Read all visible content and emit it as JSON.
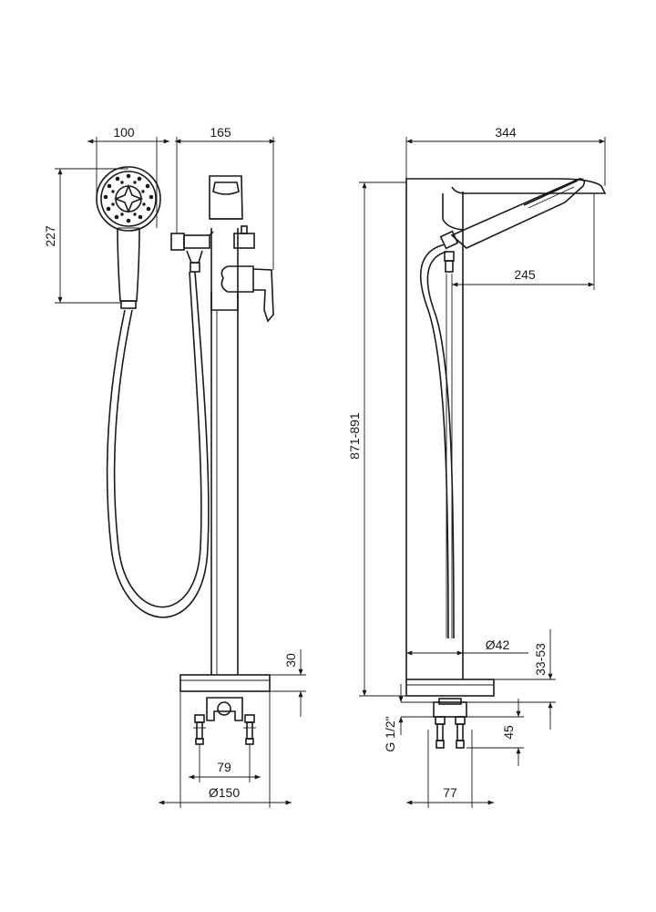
{
  "dimensions": {
    "shower_head_width": "100",
    "spout_offset": "165",
    "shower_head_height": "227",
    "plate_thickness": "30",
    "connector_spacing": "79",
    "base_diameter": "Ø150",
    "total_depth": "344",
    "spout_reach": "245",
    "total_height": "871-891",
    "column_diameter": "Ø42",
    "adjustment_range": "33-53",
    "thread_size": "G 1/2\"",
    "connector_height": "45",
    "connector_width": "77"
  },
  "colors": {
    "line": "#1a1a1a",
    "background": "#ffffff"
  }
}
